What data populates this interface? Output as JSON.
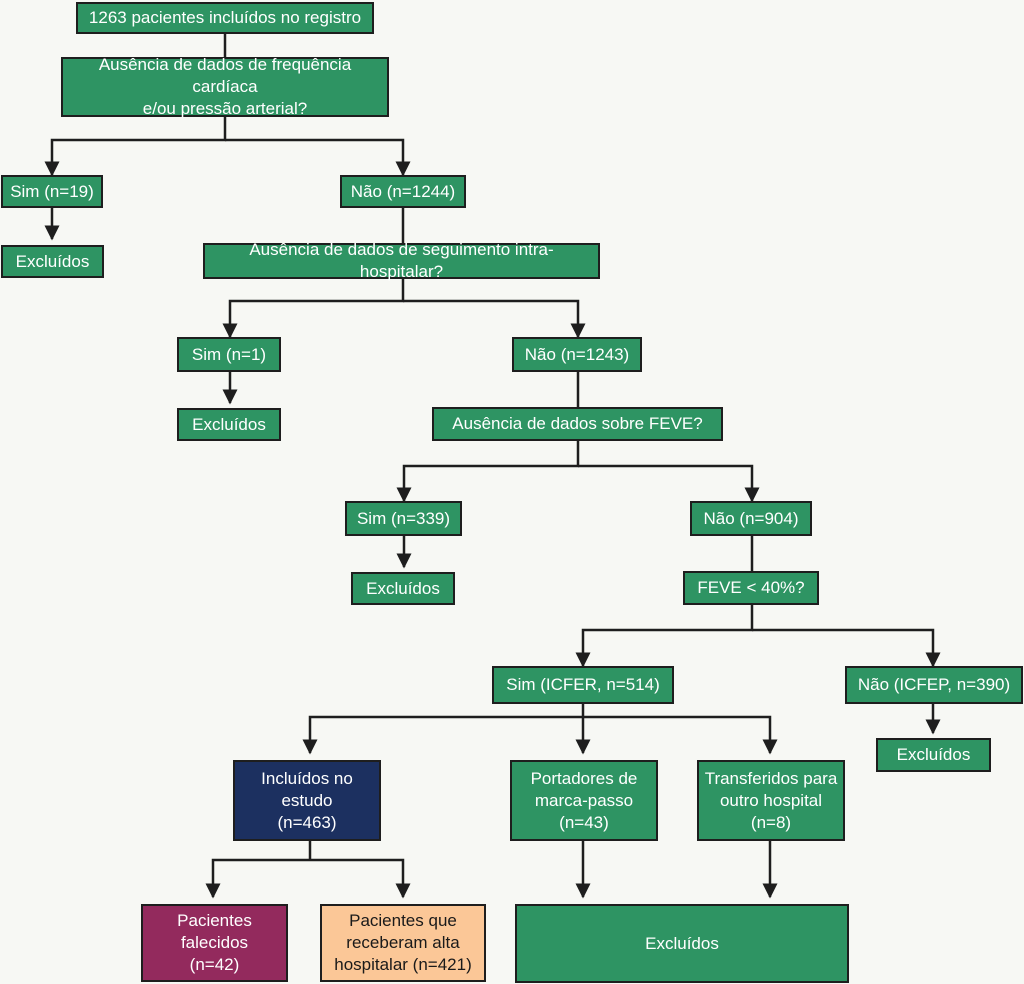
{
  "colors": {
    "green": "#2e9463",
    "navy": "#1c3060",
    "purple": "#932a5d",
    "peach": "#fbc797",
    "line": "#1e1e1e"
  },
  "nodes": {
    "total": "1263 pacientes incluídos no registro",
    "q_hr_bp": "Ausência de dados de frequência cardíaca\ne/ou pressão arterial?",
    "yes1": "Sim (n=19)",
    "no1": "Não (n=1244)",
    "excl1": "Excluídos",
    "q_followup": "Ausência de dados de seguimento intra-hospitalar?",
    "yes2": "Sim (n=1)",
    "no2": "Não (n=1243)",
    "excl2": "Excluídos",
    "q_feve": "Ausência de dados sobre FEVE?",
    "yes3": "Sim (n=339)",
    "no3": "Não (n=904)",
    "excl3": "Excluídos",
    "q_feve40": "FEVE < 40%?",
    "icfer": "Sim (ICFER, n=514)",
    "icfep": "Não (ICFEP, n=390)",
    "excl4": "Excluídos",
    "included": "Incluídos no\nestudo\n(n=463)",
    "pacemaker": "Portadores de\nmarca-passo\n(n=43)",
    "transferred": "Transferidos para\noutro hospital\n(n=8)",
    "deceased": "Pacientes\nfalecidos\n(n=42)",
    "discharged": "Pacientes que\nreceberam alta\nhospitalar (n=421)",
    "excl5": "Excluídos"
  }
}
